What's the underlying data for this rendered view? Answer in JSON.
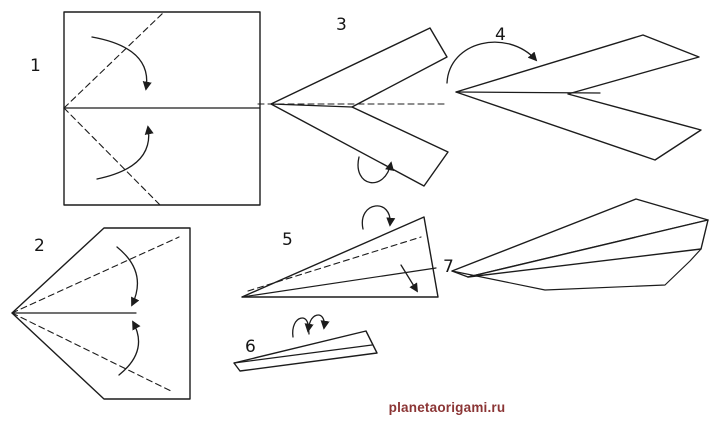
{
  "diagram": {
    "ink": "#1c1c1c",
    "background": "#ffffff"
  },
  "steps": [
    {
      "label": "1"
    },
    {
      "label": "2"
    },
    {
      "label": "3"
    },
    {
      "label": "4"
    },
    {
      "label": "5"
    },
    {
      "label": "6"
    },
    {
      "label": "7"
    }
  ],
  "watermark": {
    "text": "planetaorigami.ru",
    "color": "#8b3535"
  }
}
